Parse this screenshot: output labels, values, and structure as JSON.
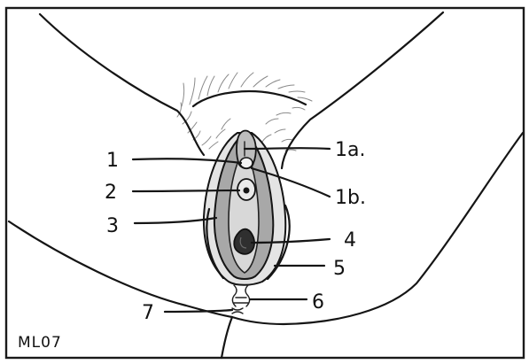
{
  "labels": {
    "l1": "1",
    "l1a": "1a.",
    "l1b": "1b.",
    "l2": "2",
    "l3": "3",
    "l4": "4",
    "l5": "5",
    "l6": "6",
    "l7": "7"
  },
  "signature": "ML07",
  "colors": {
    "ink": "#151515",
    "paper": "#ffffff",
    "shade_light": "#cfcfcf",
    "shade_mid": "#9a9a9a",
    "shade_dark": "#3a3a3a"
  }
}
